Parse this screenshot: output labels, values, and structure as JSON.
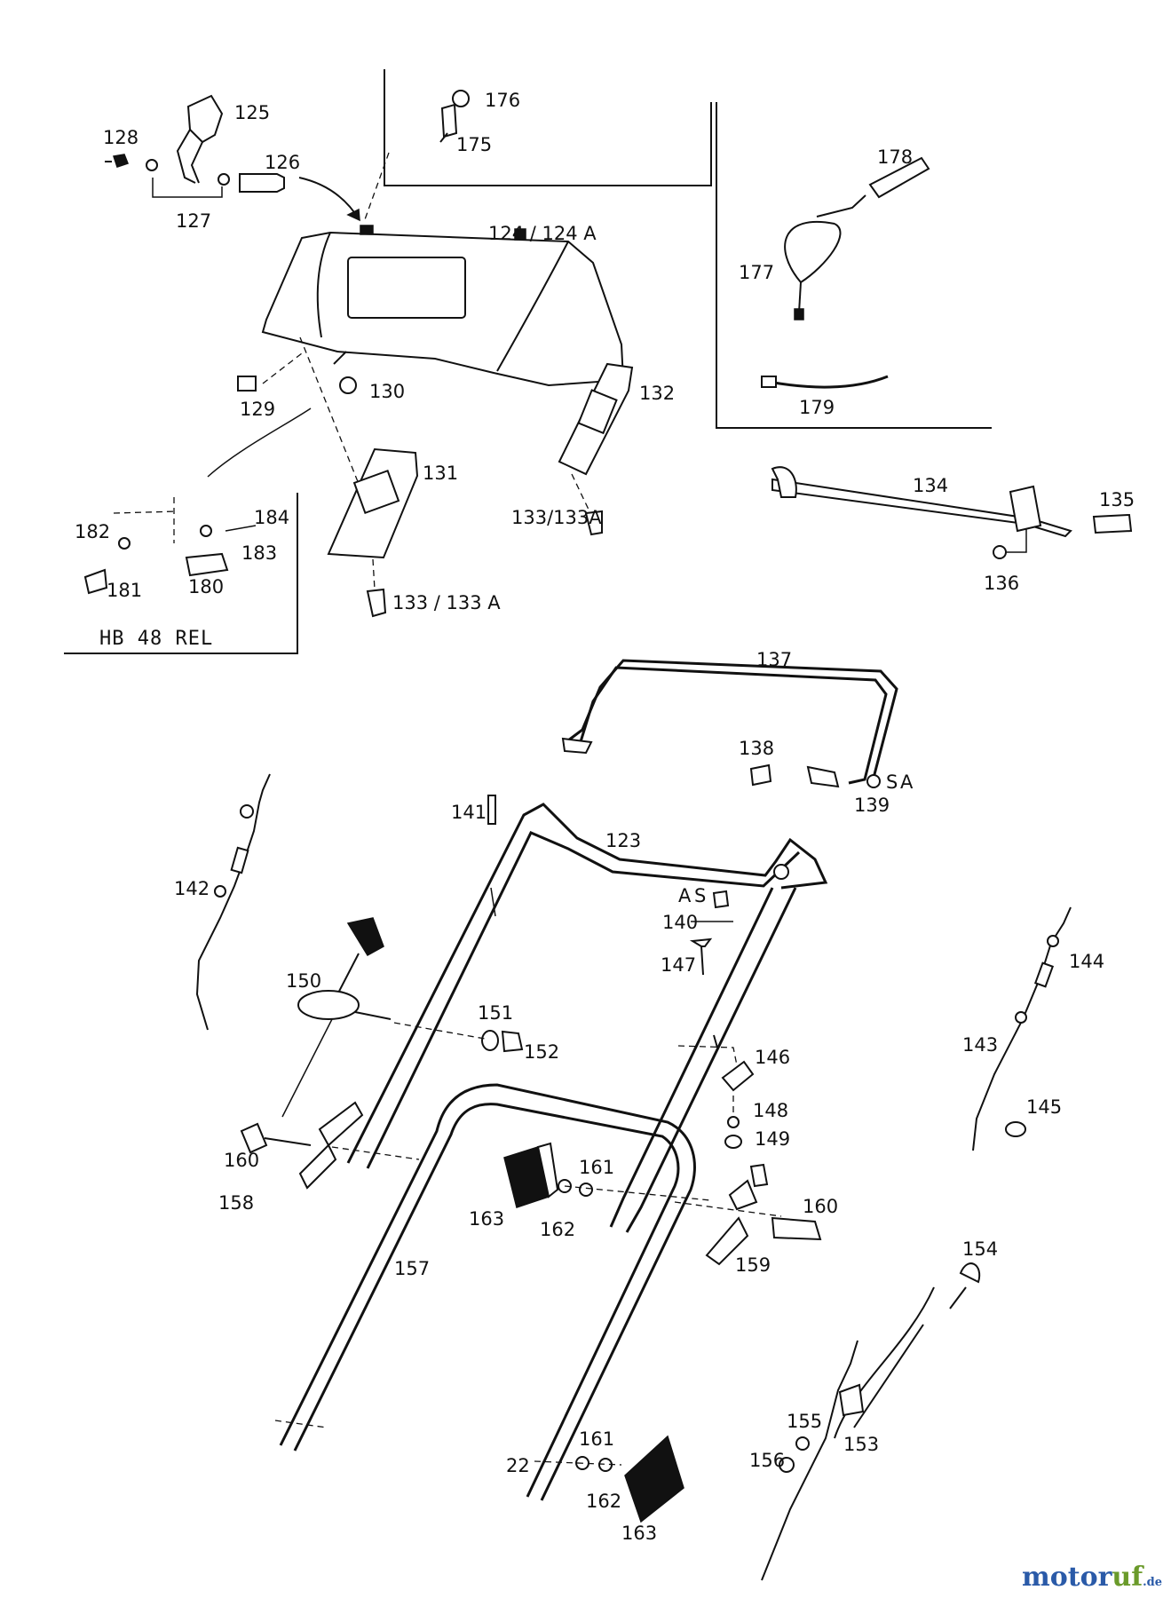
{
  "labels": {
    "l123": "123",
    "l124": "124 / 124 A",
    "l125": "125",
    "l126": "126",
    "l127": "127",
    "l128": "128",
    "l129": "129",
    "l130": "130",
    "l131": "131",
    "l132": "132",
    "l133a": "133/133A",
    "l133b": "133 / 133 A",
    "l134": "134",
    "l135": "135",
    "l136": "136",
    "l137": "137",
    "l138": "138",
    "l139": "139",
    "l140": "140",
    "l141": "141",
    "l142": "142",
    "l143": "143",
    "l144": "144",
    "l145": "145",
    "l146": "146",
    "l147": "147",
    "l148": "148",
    "l149": "149",
    "l150": "150",
    "l151": "151",
    "l152": "152",
    "l153": "153",
    "l154": "154",
    "l155": "155",
    "l156": "156",
    "l157": "157",
    "l158": "158",
    "l159": "159",
    "l160a": "160",
    "l160b": "160",
    "l161a": "161",
    "l161b": "161",
    "l162a": "162",
    "l162b": "162",
    "l163a": "163",
    "l163b": "163",
    "l175": "175",
    "l176": "176",
    "l177": "177",
    "l178": "178",
    "l179": "179",
    "l180": "180",
    "l181": "181",
    "l182": "182",
    "l183": "183",
    "l184": "184",
    "refA1": "A",
    "refA2": "A",
    "refS": "S",
    "refS2": "S",
    "ref22": "22"
  },
  "inset_caption": "HB 48 REL",
  "watermark": {
    "brand": "motor",
    "brand2": "uf",
    "tld": ".de"
  }
}
